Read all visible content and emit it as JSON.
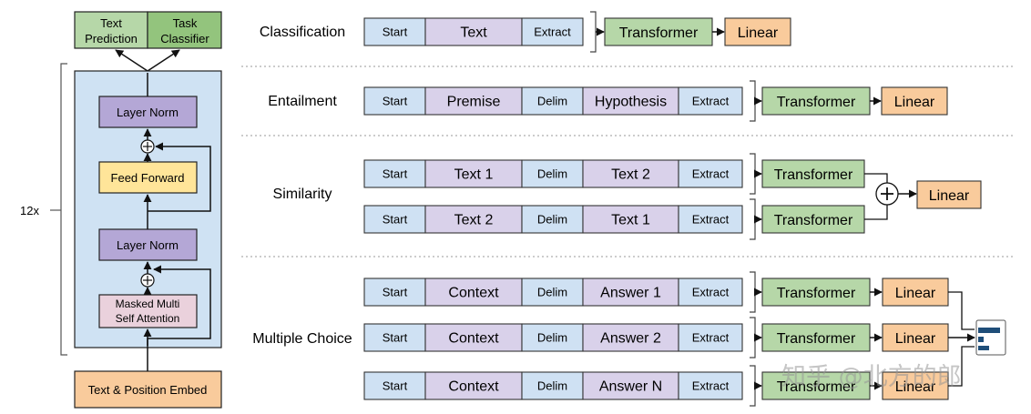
{
  "colors": {
    "start": "#cfe1f3",
    "content": "#d9d1ea",
    "transformer": "#b6d7a8",
    "linear": "#f9cb9c",
    "layer_norm": "#b4a7d6",
    "feed_forward": "#ffe599",
    "attention": "#ead1dc",
    "block_bg": "#cfe2f3",
    "text_prediction": "#b6d7a8",
    "task_classifier": "#93c47d",
    "embed": "#f9cb9c"
  },
  "left": {
    "text_prediction": [
      "Text",
      "Prediction"
    ],
    "task_classifier": [
      "Task",
      "Classifier"
    ],
    "layer_norm_top": "Layer Norm",
    "feed_forward": "Feed Forward",
    "layer_norm_bottom": "Layer Norm",
    "attention": [
      "Masked Multi",
      "Self Attention"
    ],
    "embed": "Text & Position Embed",
    "repeat": "12x"
  },
  "tasks": {
    "classification": {
      "label": "Classification",
      "rows": [
        [
          "Start",
          "Text",
          "Extract"
        ]
      ],
      "transformer": "Transformer",
      "linear": "Linear"
    },
    "entailment": {
      "label": "Entailment",
      "rows": [
        [
          "Start",
          "Premise",
          "Delim",
          "Hypothesis",
          "Extract"
        ]
      ],
      "transformer": "Transformer",
      "linear": "Linear"
    },
    "similarity": {
      "label": "Similarity",
      "rows": [
        [
          "Start",
          "Text 1",
          "Delim",
          "Text 2",
          "Extract"
        ],
        [
          "Start",
          "Text 2",
          "Delim",
          "Text 1",
          "Extract"
        ]
      ],
      "transformer": "Transformer",
      "linear": "Linear"
    },
    "multiple_choice": {
      "label": "Multiple Choice",
      "rows": [
        [
          "Start",
          "Context",
          "Delim",
          "Answer 1",
          "Extract"
        ],
        [
          "Start",
          "Context",
          "Delim",
          "Answer 2",
          "Extract"
        ],
        [
          "Start",
          "Context",
          "Delim",
          "Answer N",
          "Extract"
        ]
      ],
      "transformer": "Transformer",
      "linear": "Linear"
    }
  },
  "watermark": "知乎 @北方的郎"
}
